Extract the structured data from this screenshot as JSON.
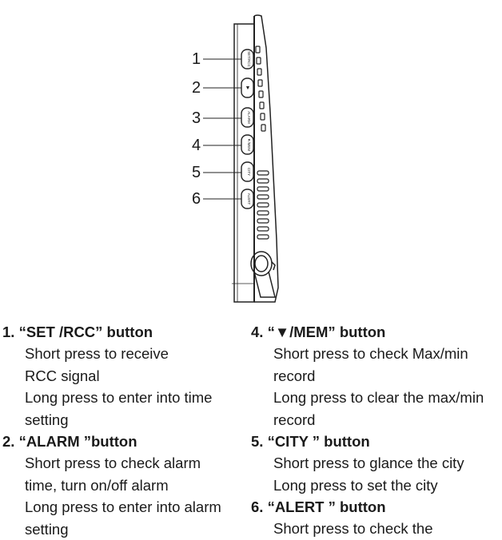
{
  "figure": {
    "callouts": [
      "1",
      "2",
      "3",
      "4",
      "5",
      "6"
    ],
    "button_labels": [
      "SET/RCC",
      "▼",
      "ALARM",
      "▼/MEM",
      "CITY",
      "ALERT"
    ]
  },
  "left_items": [
    {
      "title": "1. “SET /RCC” button",
      "lines": [
        "Short press to receive",
        "RCC signal",
        "Long press to enter into time",
        "setting"
      ]
    },
    {
      "title": "2. “ALARM ”button",
      "lines": [
        "Short press to check alarm",
        "time, turn on/off alarm",
        "Long press to enter into alarm",
        "setting"
      ]
    }
  ],
  "right_items": [
    {
      "title": "4. “▼/MEM” button",
      "lines": [
        "Short press to check Max/min",
        "record",
        "Long press to clear the max/min",
        "record"
      ]
    },
    {
      "title": "5. “CITY ” button",
      "lines": [
        "Short press to glance the city",
        "Long press to set the city"
      ]
    },
    {
      "title": "6. “ALERT ” button",
      "lines": [
        "Short press to check the"
      ]
    }
  ]
}
